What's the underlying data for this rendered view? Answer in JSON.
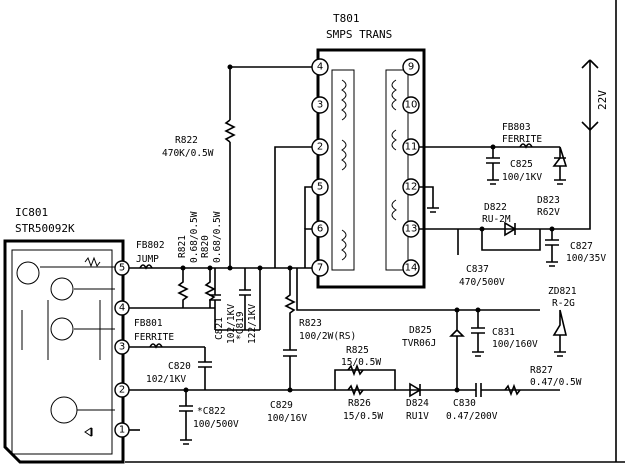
{
  "transformer": {
    "ref": "T801",
    "name": "SMPS TRANS",
    "pins_left": [
      "4",
      "3",
      "2",
      "5",
      "6",
      "7"
    ],
    "pins_right": [
      "9",
      "10",
      "11",
      "12",
      "13",
      "14"
    ]
  },
  "ic": {
    "ref": "IC801",
    "part": "STR50092K",
    "pins": [
      "5",
      "4",
      "3",
      "2",
      "1"
    ]
  },
  "labels": {
    "r822": "R822",
    "r822_val": "470K/0.5W",
    "r821": "R821",
    "r821_val": "0.68/0.5W",
    "r820": "R820",
    "r820_val": "0.68/0.5W",
    "fb802": "FB802",
    "fb802_val": "JUMP",
    "fb801": "FB801",
    "fb801_val": "FERRITE",
    "c821": "C821",
    "c821_val": "102/1KV",
    "c819": "*C819",
    "c819_val": "122/1KV",
    "c820": "C820",
    "c820_val": "102/1KV",
    "c822": "*C822",
    "c822_val": "100/500V",
    "r823": "R823",
    "r823_val": "100/2W(RS)",
    "c829": "C829",
    "c829_val": "100/16V",
    "r825": "R825",
    "r825_val": "15/0.5W",
    "r826": "R826",
    "r826_val": "15/0.5W",
    "d824": "D824",
    "d824_val": "RU1V",
    "c830": "C830",
    "c830_val": "0.47/200V",
    "r827": "R827",
    "r827_val": "0.47/0.5W",
    "d825": "D825",
    "d825_val": "TVR06J",
    "c831": "C831",
    "c831_val": "100/160V",
    "zd821": "ZD821",
    "zd821_val": "R-2G",
    "c837": "C837",
    "c837_val": "470/500V",
    "d822": "D822",
    "d822_val": "RU-2M",
    "d823": "D823",
    "d823_val": "R62V",
    "c827": "C827",
    "c827_val": "100/35V",
    "fb803": "FB803",
    "fb803_val": "FERRITE",
    "c825": "C825",
    "c825_val": "100/1KV",
    "v22": "22V"
  }
}
